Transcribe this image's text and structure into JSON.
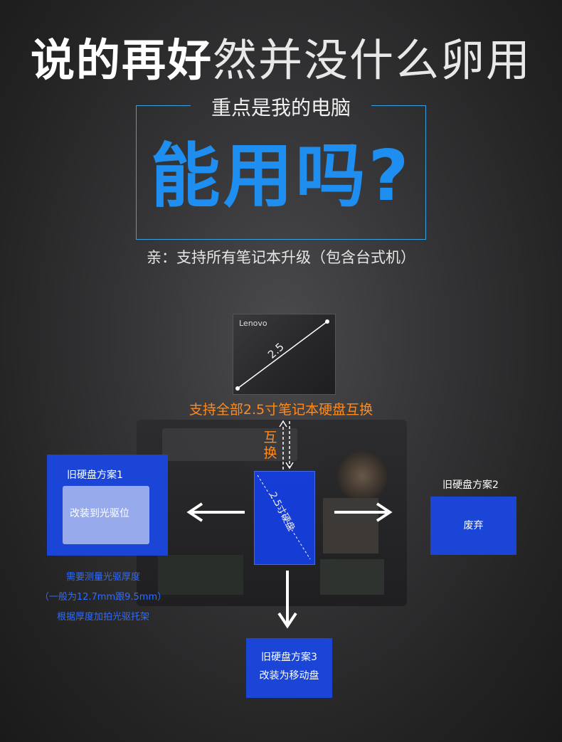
{
  "headline": {
    "bold_part": "说的再好",
    "light_part": "然并没什么卵用"
  },
  "subtitle": "重点是我的电脑",
  "big_question": "能用吗?",
  "support_line": "亲：支持所有笔记本升级（包含台式机）",
  "ssd": {
    "brand": "Lenovo",
    "size": "2.5"
  },
  "swap_text": "支持全部2.5寸笔记本硬盘互换",
  "swap_vertical": "互换",
  "disk_label": "2.5寸硬盘",
  "plan1": {
    "title": "旧硬盘方案1",
    "body": "改装到光驱位",
    "notes": [
      "需要测量光驱厚度",
      "（一般为12.7mm跟9.5mm）",
      "根据厚度加拍光驱托架"
    ]
  },
  "plan2": {
    "title": "旧硬盘方案2",
    "body": "废弃"
  },
  "plan3": {
    "title": "旧硬盘方案3",
    "body": "改装为移动盘"
  },
  "colors": {
    "accent_blue": "#1e8ef0",
    "plan_blue": "#1a45d6",
    "orange": "#ff8a1e",
    "note_blue": "#2f6bff"
  }
}
